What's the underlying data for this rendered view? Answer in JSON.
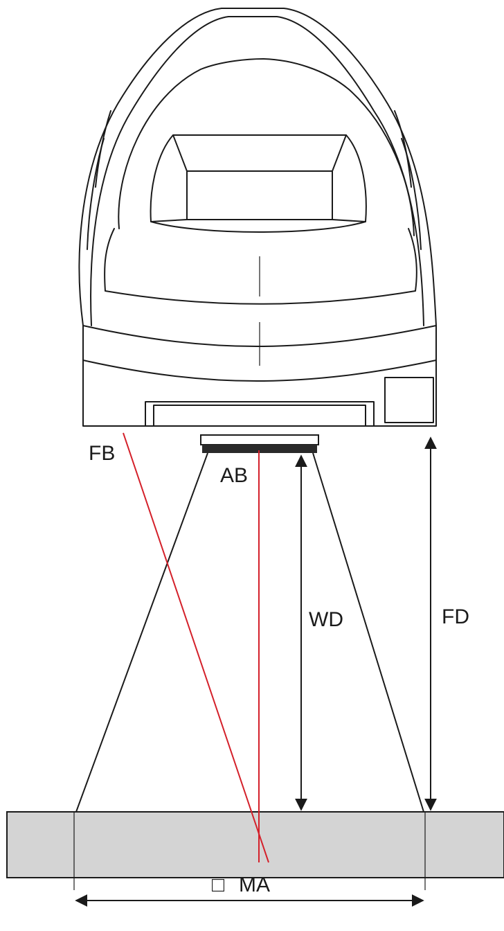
{
  "labels": {
    "fb": "FB",
    "ab": "AB",
    "wd": "WD",
    "fd": "FD",
    "ma_symbol": "□",
    "ma": "MA"
  },
  "colors": {
    "line": "#1a1a1a",
    "beam": "#d4202a",
    "surface": "#d4d4d4",
    "housing": "#ffffff"
  }
}
